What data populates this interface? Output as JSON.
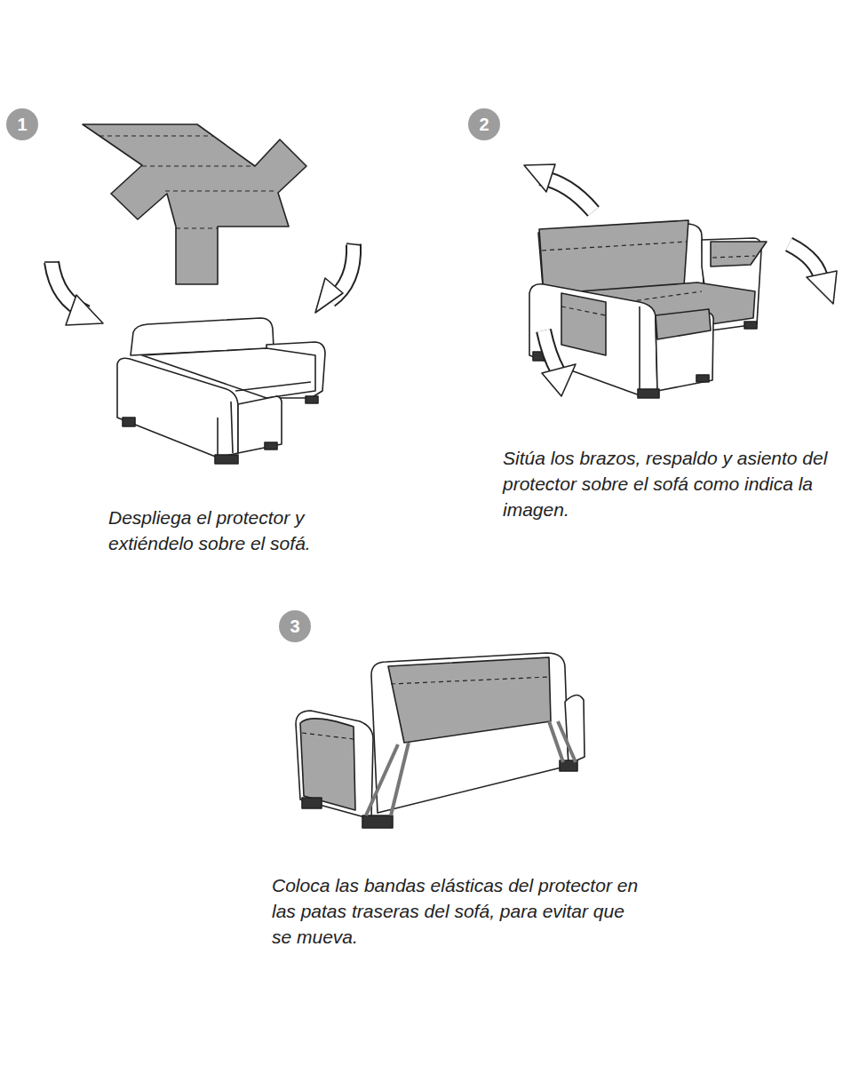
{
  "diagram": {
    "nodes": [
      {
        "text": [
          "1"
        ]
      },
      {
        "text": [
          "2"
        ]
      },
      {
        "text": [
          "3"
        ]
      }
    ],
    "labels": [
      "Despliega el protector y extiéndelo sobre el sofá.",
      "Sitúa los brazos, respaldo y asiento del protector sobre el sofá como indica la imagen.",
      "Coloca las bandas elásticas del protector en las patas traseras del sofá, para evitar que se mueva."
    ]
  }
}
